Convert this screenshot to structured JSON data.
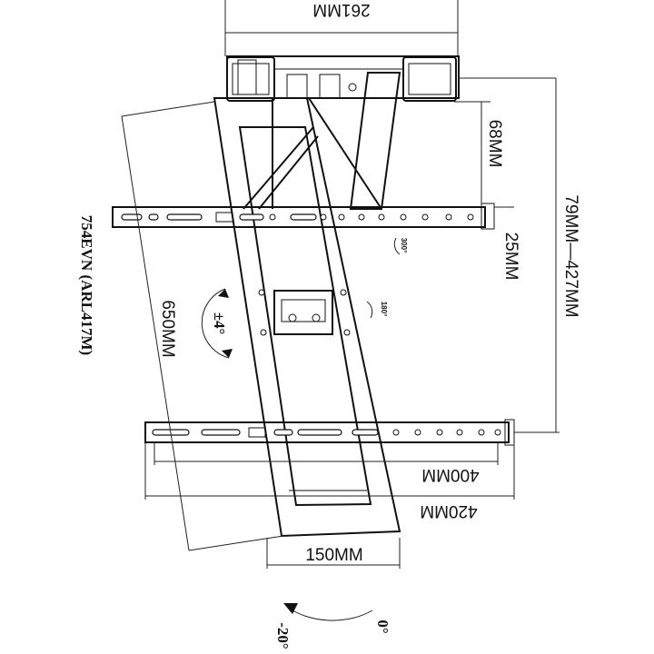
{
  "model": "754EVN (ARL417M)",
  "dimensions": {
    "top_width": "261MM",
    "depth_min": "68MM",
    "extension": "79MM—427MM",
    "spacing": "25MM",
    "diagonal": "650MM",
    "inner_width": "400MM",
    "outer_width": "420MM",
    "base_width": "150MM"
  },
  "angles": {
    "tilt": "±4°",
    "swivel_300": "300°",
    "swivel_180": "180°",
    "tilt_zero": "0°",
    "tilt_down": "-20°"
  }
}
